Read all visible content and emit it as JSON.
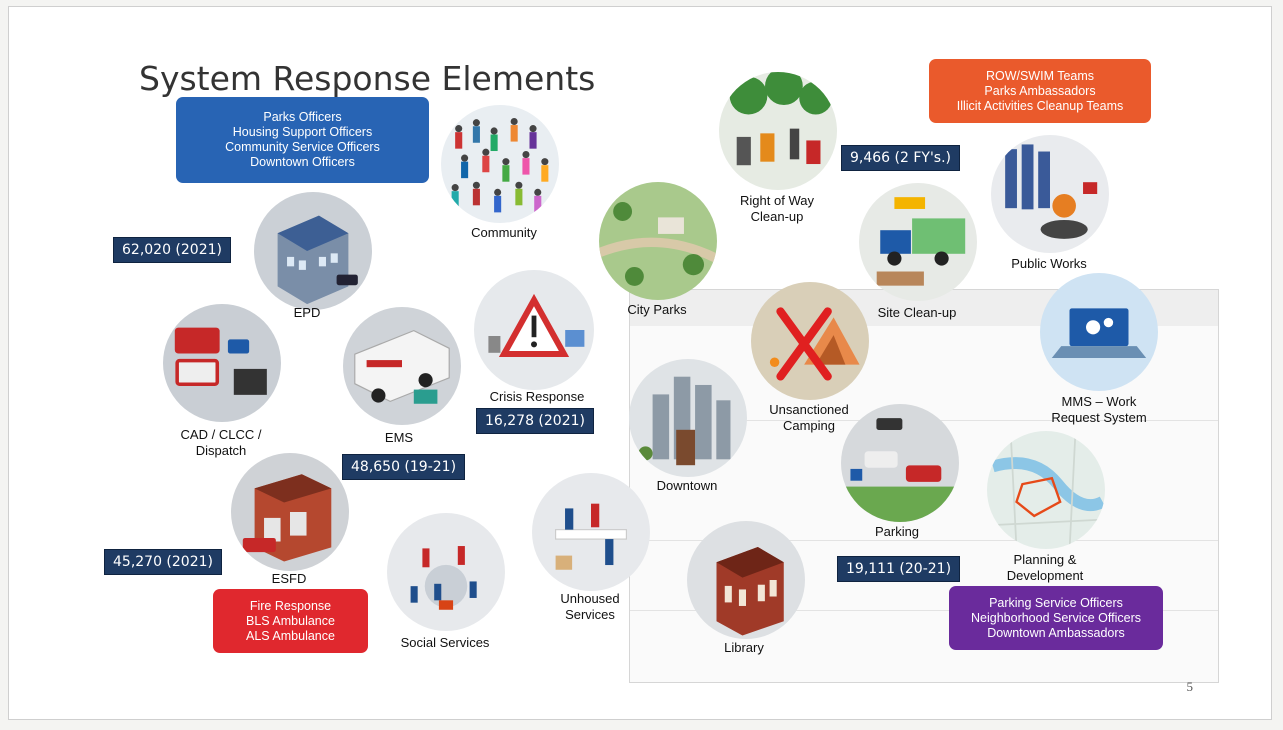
{
  "slide": {
    "title": "System Response Elements",
    "page_number": "5"
  },
  "boxes": {
    "police": [
      "Parks Officers",
      "Housing Support Officers",
      "Community Service Officers",
      "Downtown Officers"
    ],
    "row": [
      "ROW/SWIM Teams",
      "Parks Ambassadors",
      "Illicit Activities Cleanup Teams"
    ],
    "fire": [
      "Fire Response",
      "BLS Ambulance",
      "ALS Ambulance"
    ],
    "parking": [
      "Parking Service Officers",
      "Neighborhood Service Officers",
      "Downtown Ambassadors"
    ]
  },
  "stats": {
    "epd": "62,020 (2021)",
    "ems": "48,650 (19-21)",
    "esfd": "45,270 (2021)",
    "crisis": "16,278 (2021)",
    "row": "9,466 (2 FY's.)",
    "parking": "19,111 (20-21)"
  },
  "elements": {
    "community": "Community",
    "epd": "EPD",
    "cad": [
      "CAD / CLCC /",
      "Dispatch"
    ],
    "ems": "EMS",
    "esfd": "ESFD",
    "crisis": "Crisis Response",
    "social": "Social Services",
    "unhoused": [
      "Unhoused",
      "Services"
    ],
    "city_parks": "City Parks",
    "downtown": "Downtown",
    "library": "Library",
    "row": [
      "Right of Way",
      "Clean-up"
    ],
    "camping": [
      "Unsanctioned",
      "Camping"
    ],
    "parking": "Parking",
    "site": "Site Clean-up",
    "public_works": "Public Works",
    "mms": [
      "MMS – Work",
      "Request System"
    ],
    "planning": [
      "Planning &",
      "Development"
    ]
  }
}
